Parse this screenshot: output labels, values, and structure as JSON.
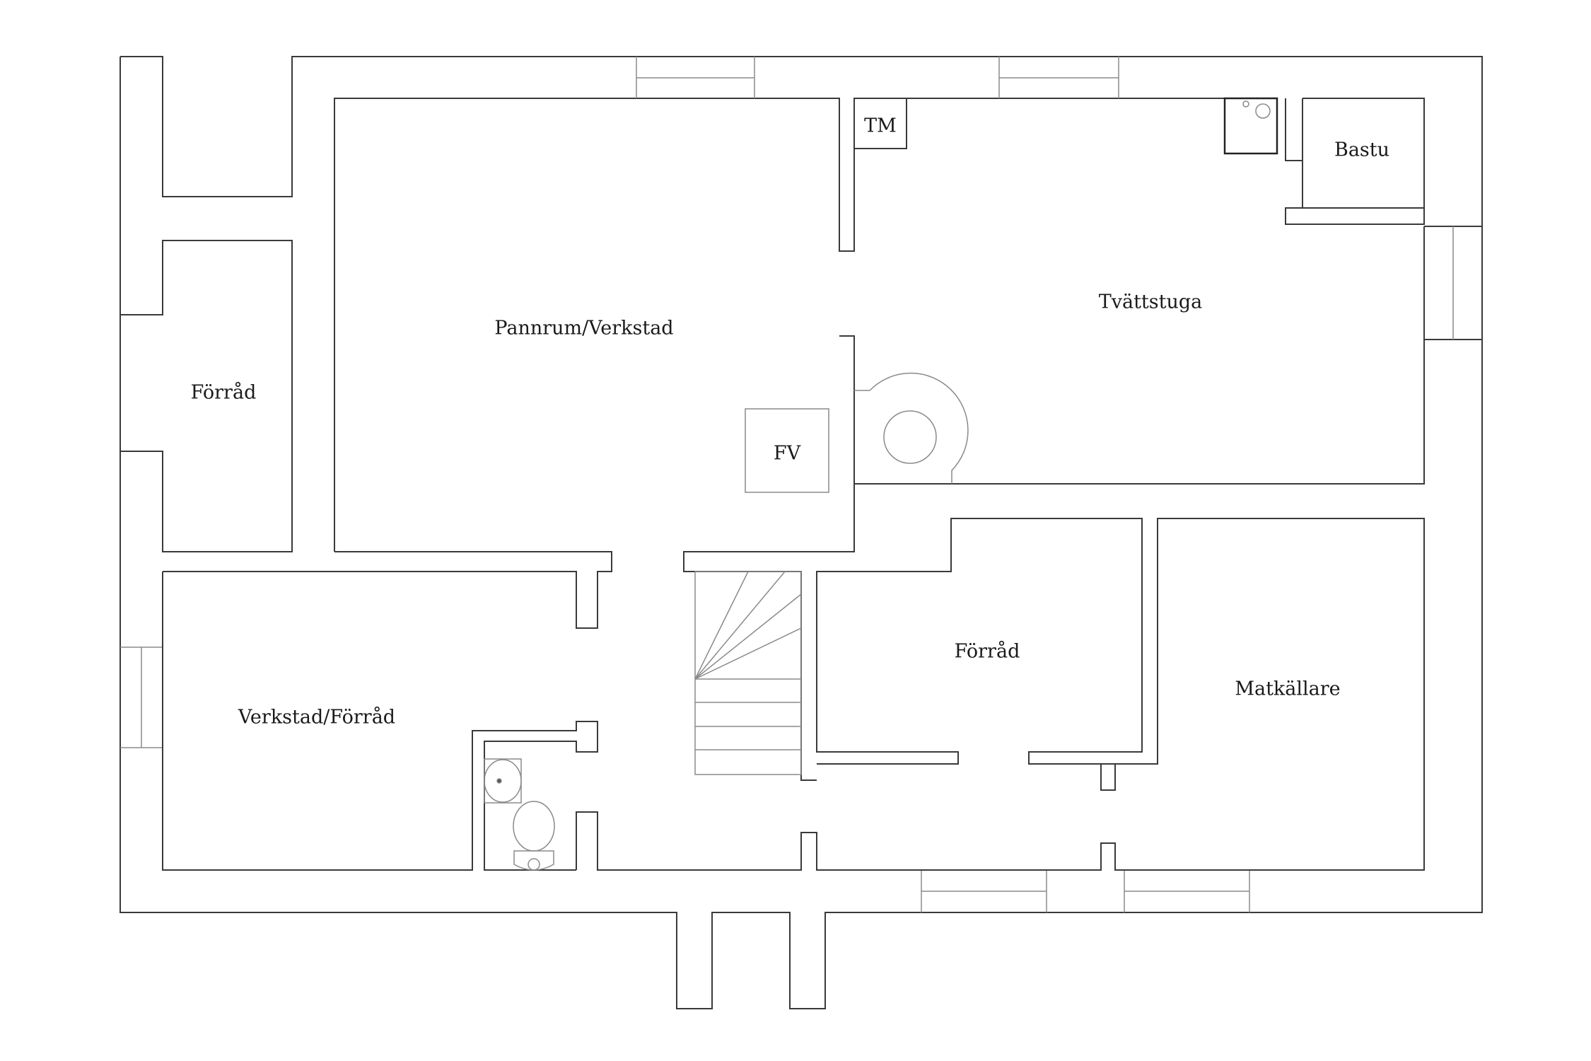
{
  "rooms": {
    "forrad_west": "Förråd",
    "pannrum": "Pannrum/Verkstad",
    "tm": "TM",
    "tvattstuga": "Tvättstuga",
    "bastu": "Bastu",
    "fv": "FV",
    "verkstad_forrad": "Verkstad/Förråd",
    "forrad_center": "Förråd",
    "matkallare": "Matkällare"
  },
  "colors": {
    "wall": "#3a3a3a",
    "fixture": "#8a8a8a",
    "background": "#ffffff"
  }
}
